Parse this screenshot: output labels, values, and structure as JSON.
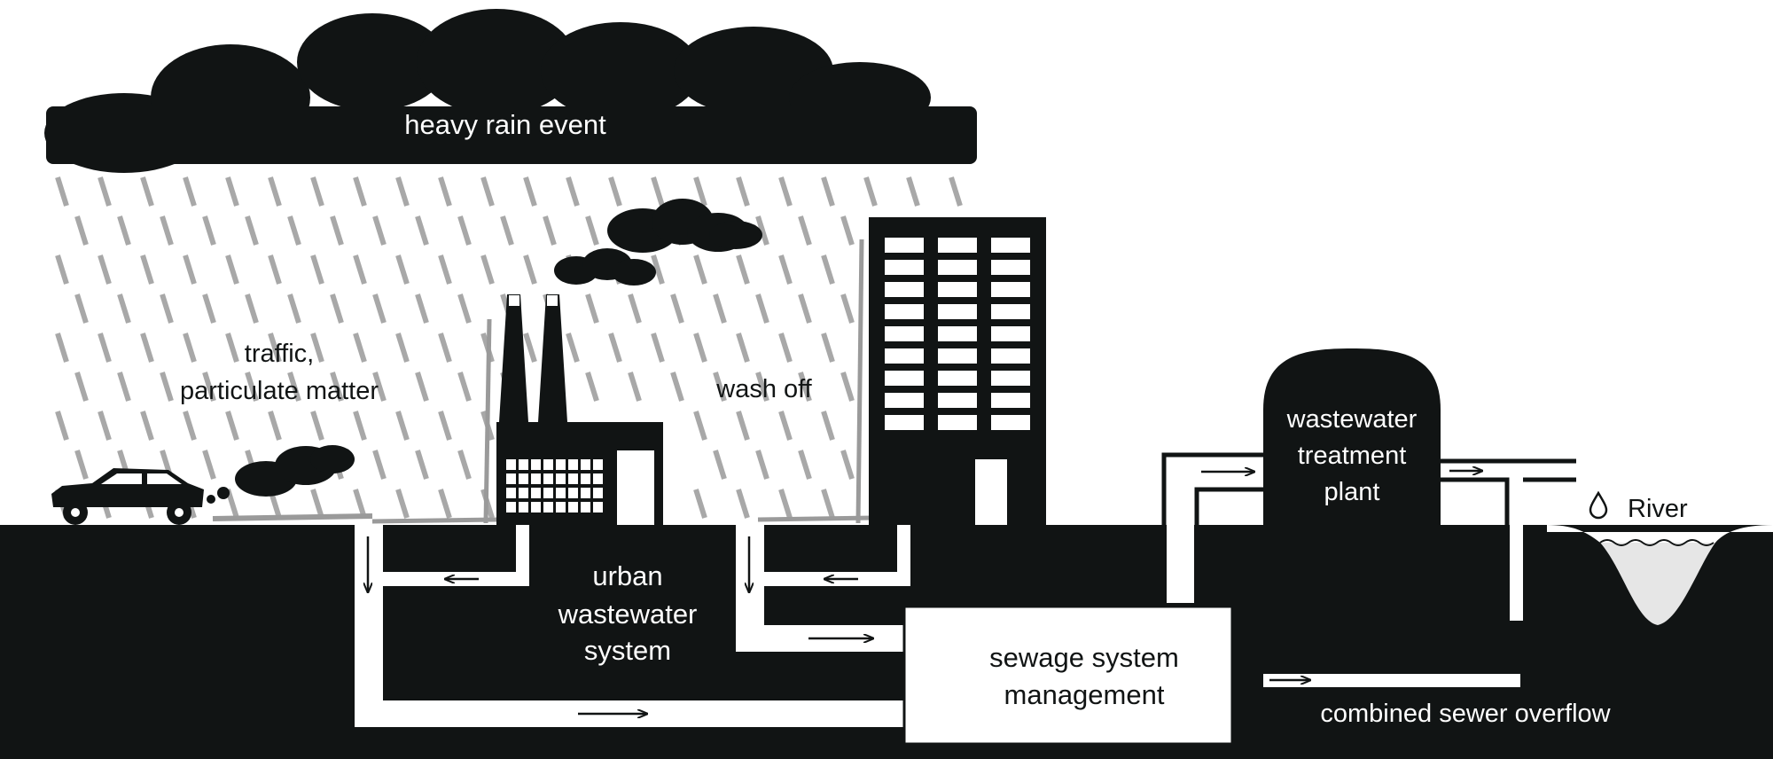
{
  "labels": {
    "heavy_rain": "heavy rain event",
    "traffic_line1": "traffic,",
    "traffic_line2": "particulate matter",
    "wash_off": "wash off",
    "urban_line1": "urban",
    "urban_line2": "wastewater",
    "urban_line3": "system",
    "wwtp_line1": "wastewater",
    "wwtp_line2": "treatment",
    "wwtp_line3": "plant",
    "river": "River",
    "sewage_line1": "sewage system",
    "sewage_line2": "management",
    "cso": "combined sewer overflow"
  },
  "colors": {
    "ink": "#111414",
    "paper": "#ffffff",
    "rain": "#a8a8a8",
    "river_water": "#e6e6e6"
  },
  "icons": [
    "cloud-icon",
    "car-icon",
    "factory-icon",
    "building-icon",
    "water-drop-icon",
    "arrow-icon"
  ]
}
